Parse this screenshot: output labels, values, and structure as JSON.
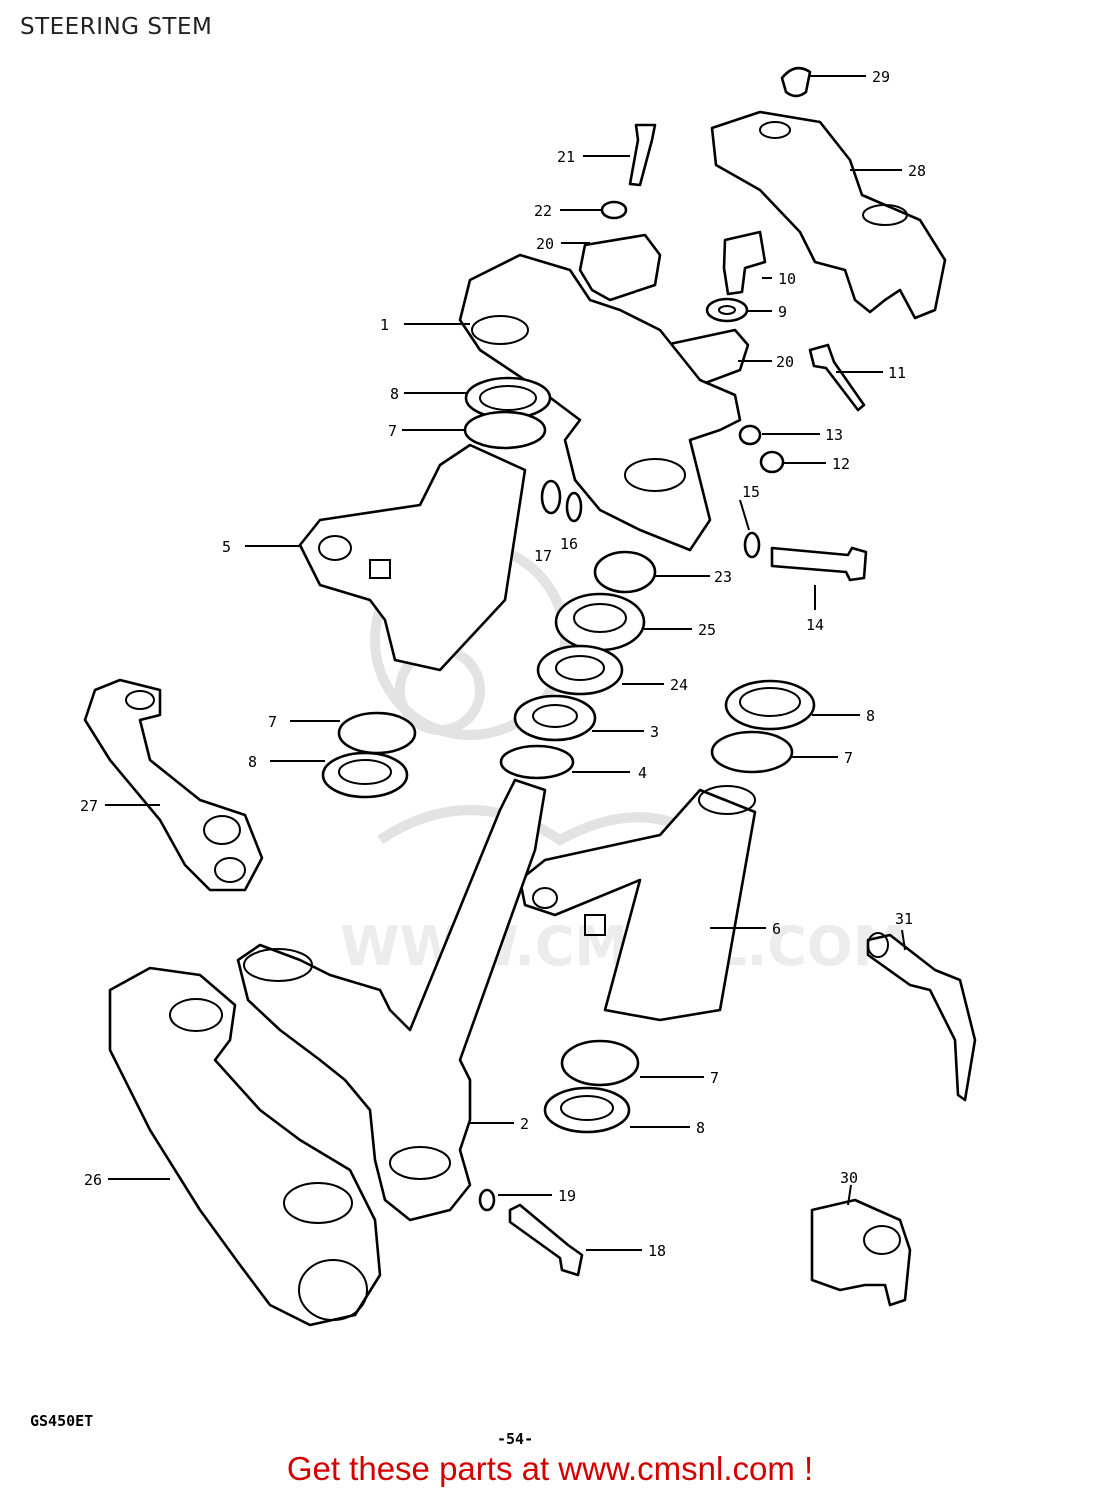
{
  "page": {
    "title": "STEERING STEM",
    "model_code": "GS450ET",
    "page_number": "-54-",
    "promo_text": "Get these parts at www.cmsnl.com !",
    "watermark": "WWW.CMSNL.COM",
    "promo_color": "#d40000"
  },
  "callouts": [
    "1",
    "2",
    "3",
    "4",
    "5",
    "6",
    "7",
    "7",
    "7",
    "7",
    "8",
    "8",
    "8",
    "8",
    "9",
    "10",
    "11",
    "12",
    "13",
    "14",
    "15",
    "16",
    "17",
    "18",
    "19",
    "20",
    "20",
    "21",
    "22",
    "23",
    "24",
    "25",
    "26",
    "27",
    "28",
    "29",
    "30",
    "31"
  ]
}
